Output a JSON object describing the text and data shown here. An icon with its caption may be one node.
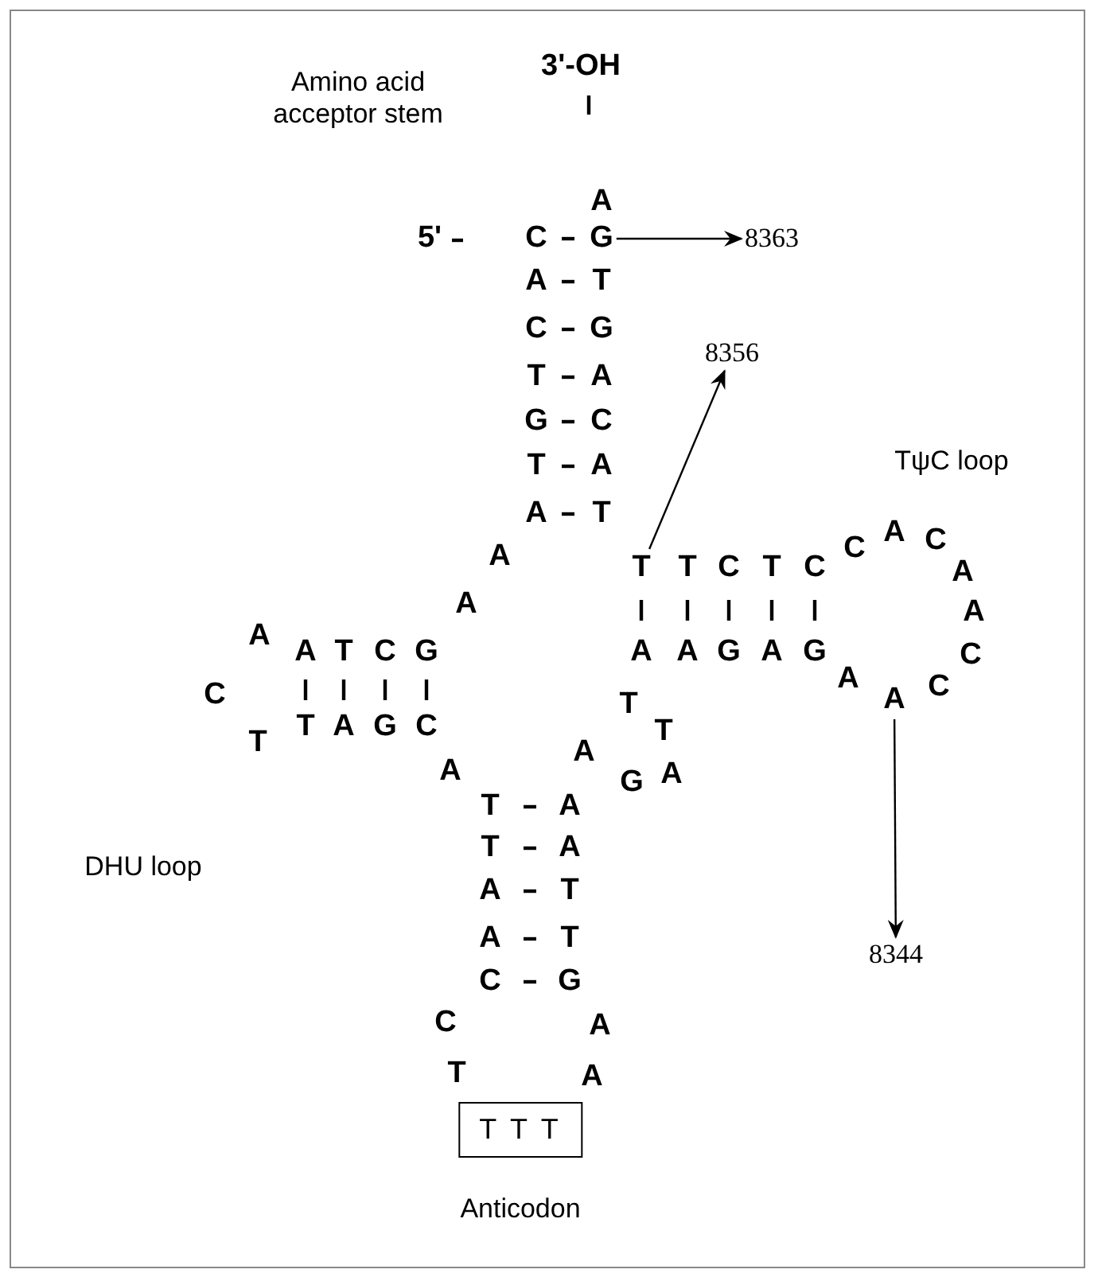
{
  "diagram": {
    "nodes": [
      {
        "text": [
          "G"
        ]
      },
      {
        "text": [
          "8363"
        ]
      },
      {
        "text": [
          "T"
        ]
      },
      {
        "text": [
          "8356"
        ]
      },
      {
        "text": [
          "A"
        ]
      },
      {
        "text": [
          "8344"
        ]
      },
      {
        "text": [
          "T T T"
        ]
      }
    ],
    "edges": [
      {
        "from": 0,
        "to": 1,
        "arrow": "to"
      },
      {
        "from": 2,
        "to": 3,
        "arrow": "to"
      },
      {
        "from": 4,
        "to": 5,
        "arrow": "to"
      }
    ],
    "labels": [
      "Amino acid acceptor stem",
      "3'-OH",
      "A",
      "5'",
      "C",
      "A",
      "T",
      "C",
      "G",
      "T",
      "A",
      "G",
      "C",
      "T",
      "A",
      "A",
      "T",
      "A",
      "A",
      "A",
      "A",
      "T",
      "C",
      "G",
      "C",
      "T",
      "T",
      "A",
      "G",
      "C",
      "T",
      "C",
      "T",
      "C",
      "C",
      "A",
      "C",
      "TψC loop",
      "A",
      "A",
      "A",
      "A",
      "G",
      "A",
      "G",
      "C",
      "A",
      "C",
      "T",
      "T",
      "A",
      "A",
      "G",
      "A",
      "T",
      "A",
      "T",
      "A",
      "A",
      "T",
      "A",
      "T",
      "C",
      "G",
      "DHU loop",
      "C",
      "A",
      "T",
      "A",
      "Anticodon"
    ]
  }
}
